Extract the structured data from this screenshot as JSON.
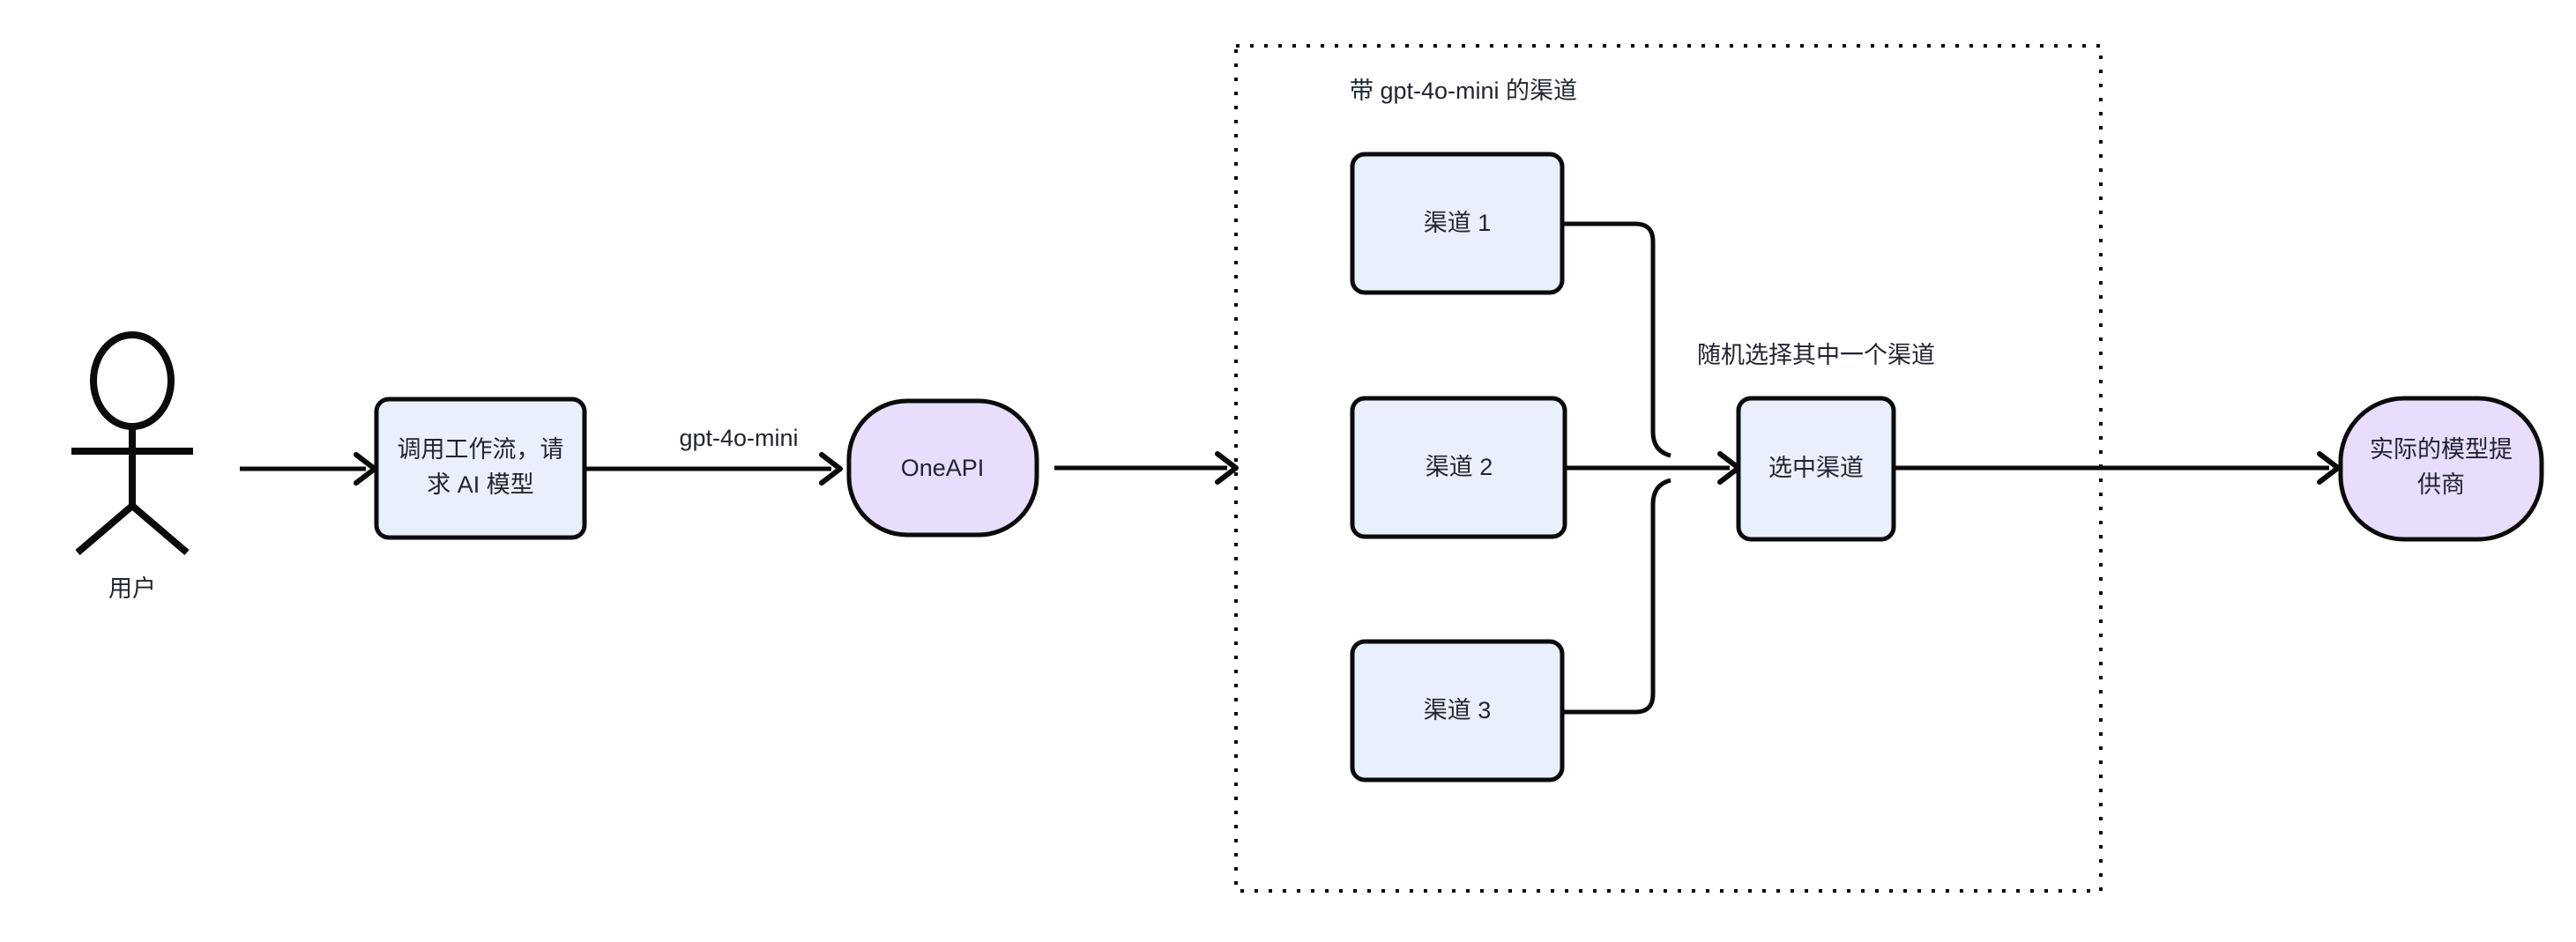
{
  "diagram": {
    "type": "flowchart",
    "background": "#ffffff",
    "colors": {
      "process_fill": "#eaf0fb",
      "terminal_fill": "#e8ddfa",
      "stroke": "#0b0b0b",
      "text": "#1f2430"
    },
    "actor": {
      "name": "user-actor",
      "label": "用户"
    },
    "nodes": [
      {
        "id": "workflow",
        "label_line1": "调用工作流，请",
        "label_line2": "求 AI 模型",
        "shape": "rounded-rect",
        "fill": "#eaf0fb"
      },
      {
        "id": "oneapi",
        "label": "OneAPI",
        "shape": "stadium",
        "fill": "#e8ddfa"
      },
      {
        "id": "channel1",
        "label": "渠道 1",
        "shape": "rounded-rect",
        "fill": "#eaf0fb"
      },
      {
        "id": "channel2",
        "label": "渠道 2",
        "shape": "rounded-rect",
        "fill": "#eaf0fb"
      },
      {
        "id": "channel3",
        "label": "渠道 3",
        "shape": "rounded-rect",
        "fill": "#eaf0fb"
      },
      {
        "id": "selected",
        "label": "选中渠道",
        "shape": "rounded-rect",
        "fill": "#eaf0fb"
      },
      {
        "id": "provider",
        "label_line1": "实际的模型提",
        "label_line2": "供商",
        "shape": "stadium",
        "fill": "#e8ddfa"
      }
    ],
    "group": {
      "id": "channel-group",
      "label": "带 gpt-4o-mini 的渠道",
      "border_style": "dotted"
    },
    "edge_labels": {
      "model": "gpt-4o-mini",
      "random_select": "随机选择其中一个渠道"
    }
  }
}
